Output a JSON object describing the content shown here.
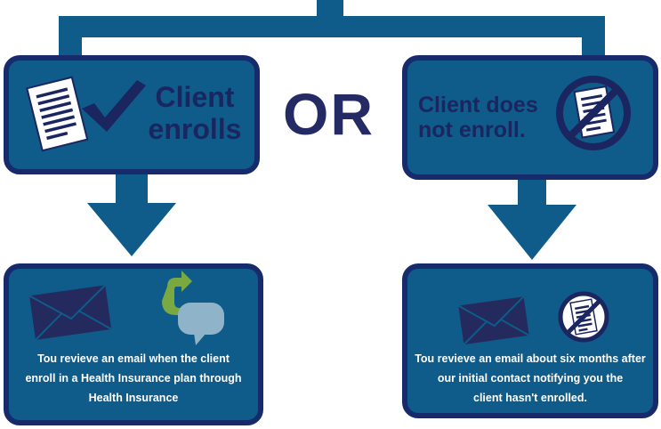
{
  "center_word": "OR",
  "left_top": {
    "title_line1": "Client",
    "title_line2": "enrolls"
  },
  "right_top": {
    "title_line1": "Client does",
    "title_line2": "not enroll."
  },
  "left_bottom": {
    "caption_line1": "Tou revieve an email  when the client",
    "caption_line2": "enroll in a Health Insurance plan through",
    "caption_line3": "Health Insurance"
  },
  "right_bottom": {
    "caption_line1": "Tou revieve an email about six months after",
    "caption_line2": "our initial contact notifying you the",
    "caption_line3": "client hasn't enrolled."
  },
  "icons": [
    "document-icon",
    "checkmark-icon",
    "no-document-icon",
    "envelope-icon",
    "chat-bubbles-icon"
  ],
  "colors": {
    "connector": "#0f5b8a",
    "box_fill": "#0f5b8a",
    "box_border": "#172a6b",
    "title_text": "#1b2560",
    "or_text": "#242a63",
    "chat_green": "#7aa942",
    "chat_blue": "#8fb3c9"
  }
}
